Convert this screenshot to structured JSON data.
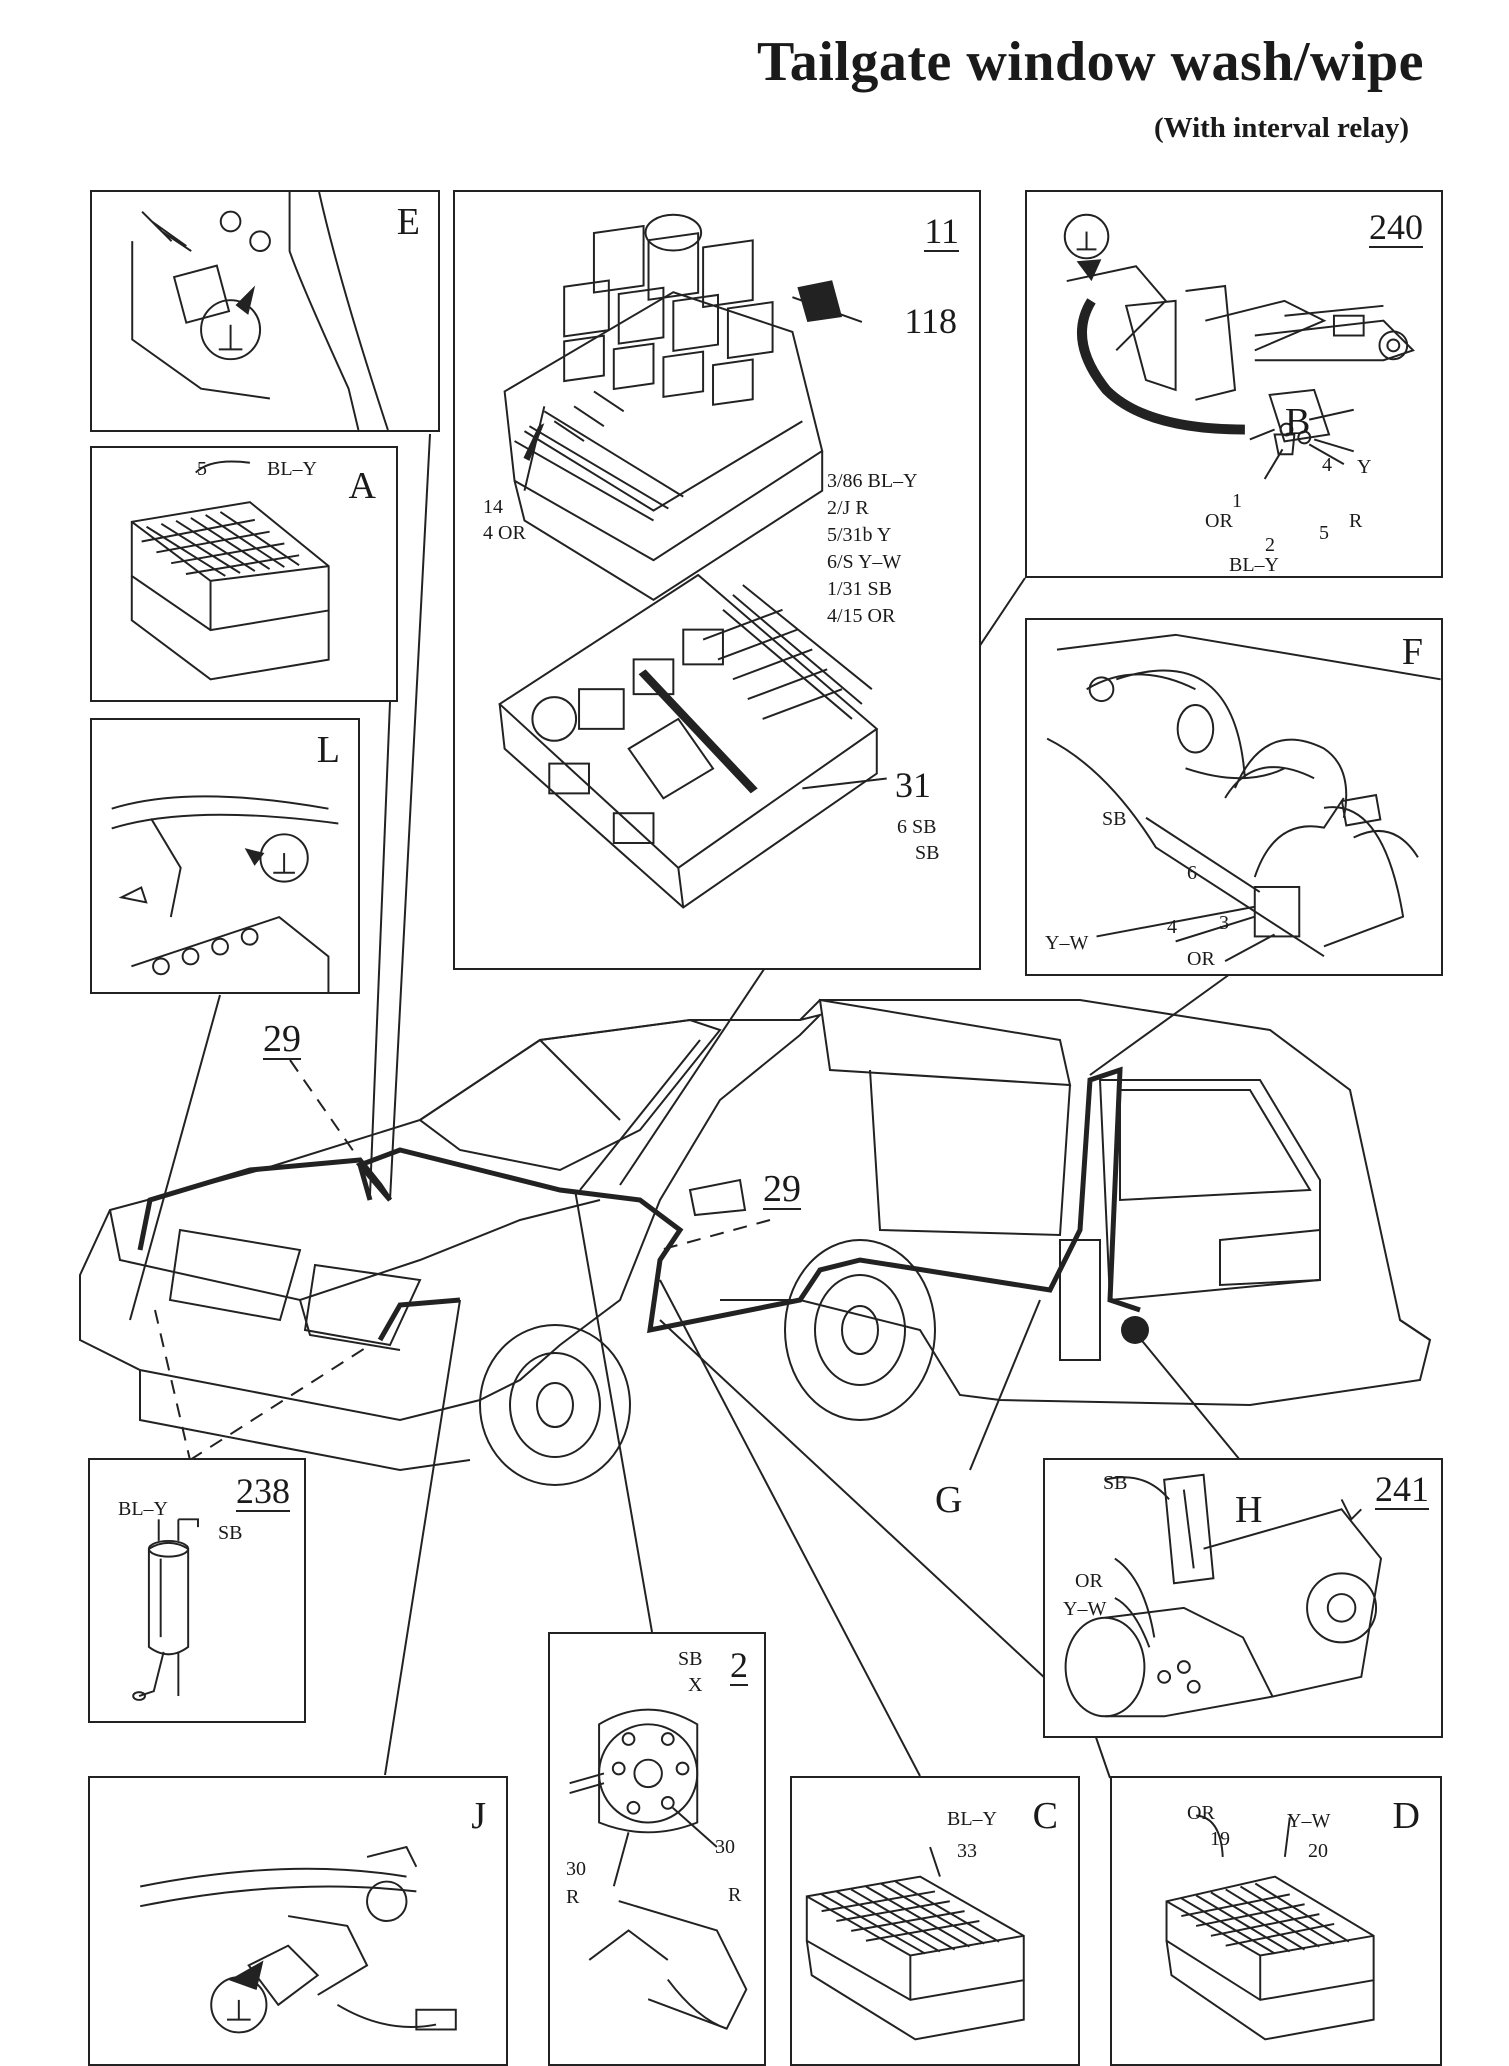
{
  "header": {
    "title": "Tailgate window wash/wipe",
    "subtitle": "(With interval relay)"
  },
  "panels": {
    "E": {
      "letter": "E"
    },
    "A": {
      "letter": "A",
      "pin": "5",
      "wire": "BL–Y"
    },
    "L": {
      "letter": "L"
    },
    "p11": {
      "number": "11",
      "relay_number": "118",
      "pin_left_1": "14",
      "pin_left_2": "4 OR",
      "pins": [
        "3/86 BL–Y",
        "2/J R",
        "5/31b Y",
        "6/S Y–W",
        "1/31 SB",
        "4/15 OR"
      ],
      "fuse_number": "31",
      "fuse_pins": [
        "6 SB",
        "SB"
      ]
    },
    "p240": {
      "number": "240",
      "connector": "B",
      "pins": {
        "p4": "4",
        "y": "Y",
        "p1": "1",
        "or": "OR",
        "r": "R",
        "p2": "2",
        "p5": "5",
        "bly": "BL–Y"
      }
    },
    "F": {
      "letter": "F",
      "sb": "SB",
      "p6": "6",
      "yw": "Y–W",
      "p4": "4",
      "p3": "3",
      "or": "OR"
    },
    "p238": {
      "number": "238",
      "bly": "BL–Y",
      "sb": "SB"
    },
    "p241": {
      "number": "241",
      "connector": "H",
      "sb": "SB",
      "or": "OR",
      "yw": "Y–W"
    },
    "J": {
      "letter": "J"
    },
    "p2": {
      "number": "2",
      "sb": "SB",
      "x": "X",
      "p30a": "30",
      "ra": "R",
      "p30b": "30",
      "rb": "R"
    },
    "C": {
      "letter": "C",
      "wire": "BL–Y",
      "pin": "33"
    },
    "D": {
      "letter": "D",
      "or": "OR",
      "p19": "19",
      "yw": "Y–W",
      "p20": "20"
    }
  },
  "car_labels": {
    "c29a": "29",
    "c29b": "29",
    "g": "G"
  }
}
